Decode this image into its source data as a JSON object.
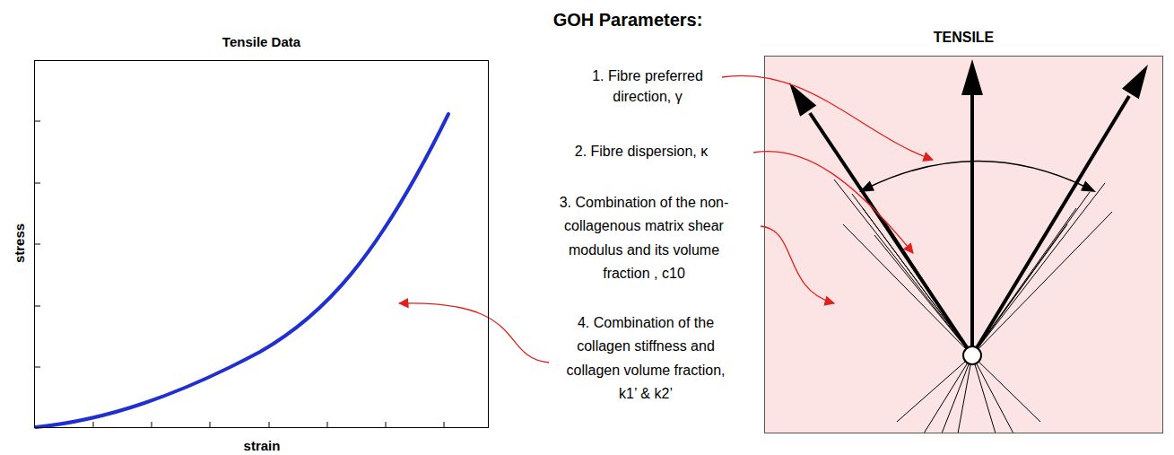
{
  "diagram": {
    "nodes": [
      {
        "text": [
          "Tensile Data"
        ]
      },
      {
        "text": [
          "TENSILE"
        ]
      }
    ],
    "labels": [
      "stress",
      "strain",
      "GOH Parameters:",
      "1. Fibre preferred direction, γ",
      "2. Fibre dispersion, κ",
      "3. Combination of the non-collagenous matrix shear modulus and its volume fraction , c10",
      "4. Combination of the collagen stiffness and collagen volume fraction, k1’ & k2’"
    ]
  }
}
